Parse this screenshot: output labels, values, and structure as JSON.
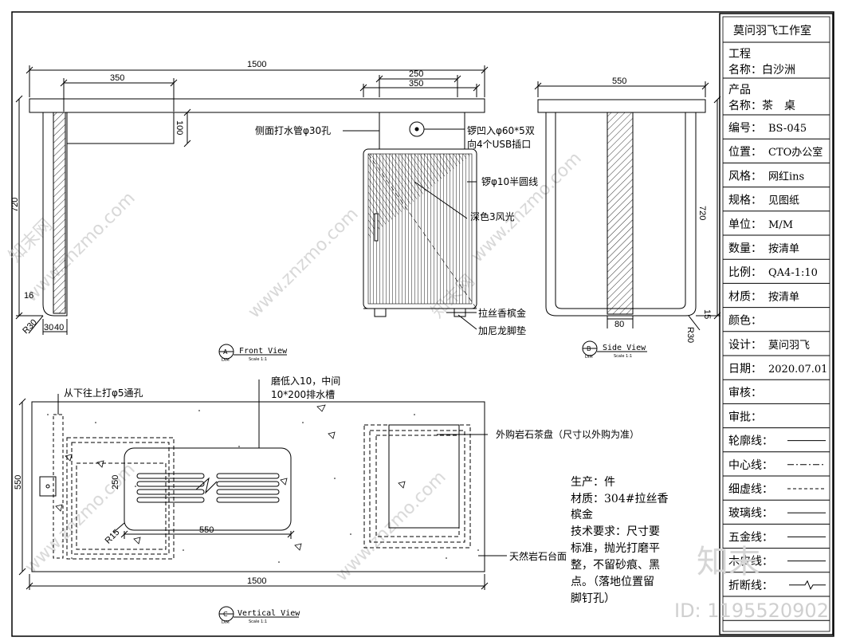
{
  "watermark": {
    "site": "www.znzmo.com",
    "brand": "知末网",
    "logo": "知末",
    "id_label": "ID: 1195520902"
  },
  "front_view": {
    "title": "Front View",
    "scale": "Scale 1:1",
    "badge": "A",
    "badge_sub": "DIM",
    "dims": {
      "total_width": "1500",
      "drawer_width": "350",
      "drawer_height": "100",
      "height": "720",
      "d16": "16",
      "r30": "R30",
      "d30": "30",
      "d40": "40",
      "side_250": "250",
      "side_350": "350"
    },
    "notes": {
      "water_pipe": "侧面打水管φ30孔",
      "usb": "锣凹入φ60*5双向4个USB插口",
      "usb_line1": "锣凹入φ60*5双",
      "usb_line2": "向4个USB插口",
      "groove": "锣φ10半圆线",
      "finish": "深色3风光",
      "metal": "拉丝香槟金",
      "pad": "加尼龙脚垫"
    }
  },
  "side_view": {
    "title": "Side View",
    "scale": "Scale 1:1",
    "badge": "B",
    "badge_sub": "DIM",
    "dims": {
      "width": "550",
      "height": "720",
      "d80": "80",
      "r30": "R30",
      "d15": "15"
    }
  },
  "top_view": {
    "title": "Vertical View",
    "scale": "Scale 1:1",
    "badge": "C",
    "badge_sub": "DIM",
    "dims": {
      "total_width": "1500",
      "depth": "550",
      "inner_250": "250",
      "inner_550": "550",
      "r15": "R15"
    },
    "notes": {
      "holes": "从下往上打φ5通孔",
      "groove_line1": "磨低入10，中间",
      "groove_line2": "10*200排水槽",
      "tea_tray": "外购岩石茶盘（尺寸以外购为准）",
      "countertop": "天然岩石台面"
    }
  },
  "spec": {
    "lines": [
      "生产：件",
      "材质：304#拉丝香",
      "槟金",
      "技术要求：尺寸要",
      "标准，抛光打磨平",
      "整，不留砂痕、黑",
      "点。（落地位置留",
      "脚钉孔）"
    ]
  },
  "title_block": {
    "studio": "莫问羽飞工作室",
    "project_label": "工程",
    "project_name": "名称：白沙洲",
    "product_label": "产品",
    "product_name": "名称：茶　桌",
    "rows": [
      {
        "label": "编号：",
        "value": "BS-045"
      },
      {
        "label": "位置：",
        "value": "CTO办公室"
      },
      {
        "label": "风格：",
        "value": "网红ins"
      },
      {
        "label": "规格：",
        "value": "见图纸"
      },
      {
        "label": "单位：",
        "value": "M/M"
      },
      {
        "label": "数量：",
        "value": "按清单"
      },
      {
        "label": "比例：",
        "value": "QA4-1:10"
      },
      {
        "label": "材质：",
        "value": "按清单"
      },
      {
        "label": "颜色：",
        "value": ""
      },
      {
        "label": "设计：",
        "value": "莫问羽飞"
      },
      {
        "label": "日期：",
        "value": "2020.07.01"
      },
      {
        "label": "审核：",
        "value": ""
      },
      {
        "label": "审批：",
        "value": ""
      },
      {
        "label": "轮廓线：",
        "value": ""
      },
      {
        "label": "中心线：",
        "value": ""
      },
      {
        "label": "细虚线：",
        "value": ""
      },
      {
        "label": "玻璃线：",
        "value": ""
      },
      {
        "label": "五金线：",
        "value": ""
      },
      {
        "label": "木皮线：",
        "value": ""
      },
      {
        "label": "折断线：",
        "value": ""
      },
      {
        "label": "",
        "value": ""
      }
    ]
  }
}
